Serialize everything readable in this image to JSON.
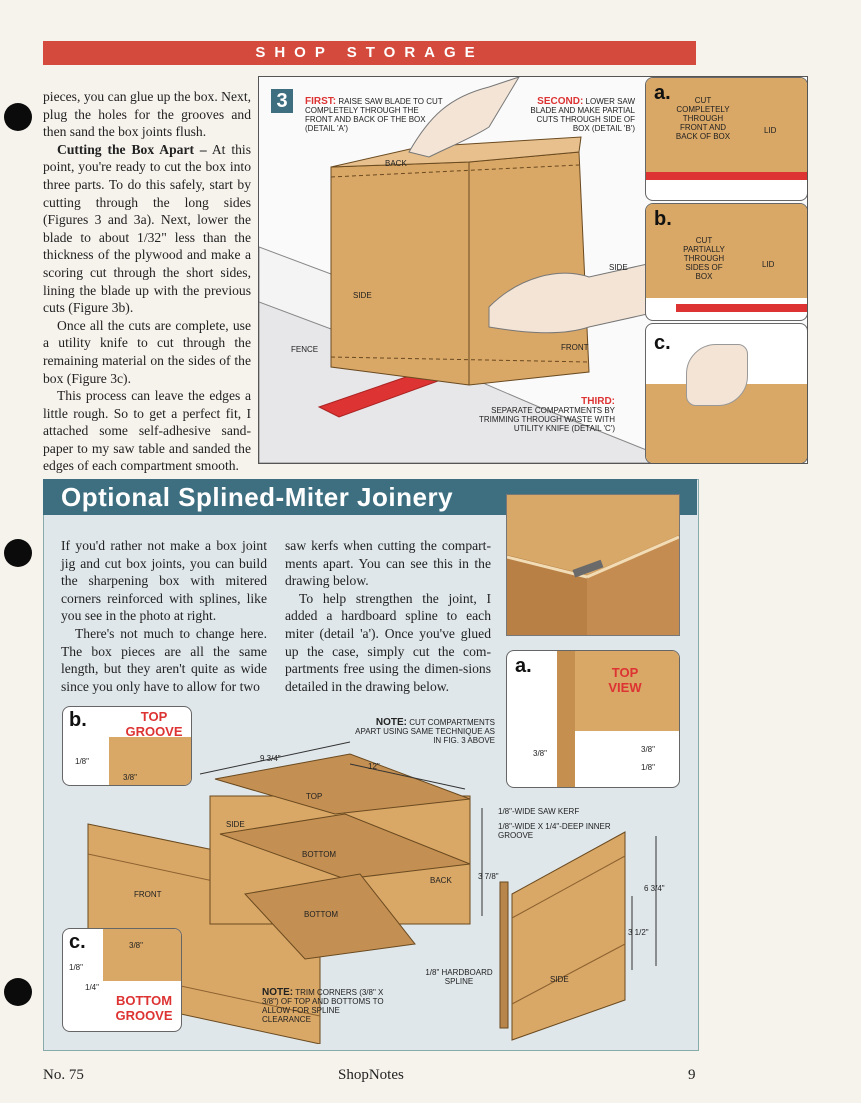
{
  "header": {
    "section_banner": "SHOP STORAGE"
  },
  "left_column": {
    "p1": "pieces, you can glue up the box. Next, plug the holes for the grooves and then sand the box joints flush.",
    "p2_heading": "Cutting the Box Apart –",
    "p2": "At this point, you're ready to cut the box into three parts. To do this safely, start by cutting through the long sides (Figures 3 and 3a). Next, lower the blade to about 1/32\" less than the thickness of the plywood and make a scoring cut through the short sides, lining the blade up with the previous cuts (Figure 3b).",
    "p3": "Once all the cuts are complete, use a utility knife to cut through the remaining material on the sides of the box (Figure 3c).",
    "p4": "This process can leave the edges a little rough. So to get a perfect fit, I attached some self-adhesive sand-paper to my saw table and sanded the edges of each compartment smooth."
  },
  "figure3": {
    "number": "3",
    "first_label": "FIRST:",
    "first_text": "RAISE SAW BLADE TO CUT COMPLETELY THROUGH THE FRONT AND BACK OF THE BOX (DETAIL 'a')",
    "second_label": "SECOND:",
    "second_text": "LOWER SAW BLADE AND MAKE PARTIAL CUTS THROUGH SIDE OF BOX (DETAIL 'b')",
    "third_label": "THIRD:",
    "third_text": "SEPARATE COMPARTMENTS BY TRIMMING THROUGH WASTE WITH UTILITY KNIFE (DETAIL 'c')",
    "labels": {
      "back": "BACK",
      "side_left": "SIDE",
      "side_right": "SIDE",
      "fence": "FENCE",
      "front": "FRONT"
    },
    "detail_a": {
      "letter": "a.",
      "text": "CUT COMPLETELY THROUGH FRONT AND BACK OF BOX",
      "lid": "LID"
    },
    "detail_b": {
      "letter": "b.",
      "text": "CUT PARTIALLY THROUGH SIDES OF BOX",
      "lid": "LID"
    },
    "detail_c": {
      "letter": "c."
    }
  },
  "sidebar": {
    "title": "Optional Splined-Miter Joinery",
    "col1": "If you'd rather not make a box joint jig and cut box joints, you can build the sharpening box with mitered corners reinforced with splines, like you see in the photo at right.",
    "col1_p2": "There's not much to change here. The box pieces are all the same length, but they aren't quite as wide since you only have to allow for two",
    "col2": "saw kerfs when cutting the compart-ments apart. You can see this in the drawing below.",
    "col2_p2": "To help strengthen the joint, I added a hardboard spline to each miter (detail 'a'). Once you've glued up the case, simply cut the com-partments free using the dimen-sions detailed in the drawing below.",
    "detail_a": {
      "letter": "a.",
      "view": "TOP VIEW",
      "dim1": "3/8\"",
      "dim2": "3/8\"",
      "dim3": "1/8\""
    },
    "detail_b": {
      "letter": "b.",
      "title": "TOP GROOVE",
      "dim1": "1/8\"",
      "dim2": "3/8\""
    },
    "detail_c": {
      "letter": "c.",
      "title": "BOTTOM GROOVE",
      "dim1": "3/8\"",
      "dim2": "1/8\"",
      "dim3": "1/4\""
    },
    "note_top_label": "NOTE:",
    "note_top": "CUT COMPARTMENTS APART USING SAME TECHNIQUE AS IN FIG. 3 ABOVE",
    "note_bottom_label": "NOTE:",
    "note_bottom": "TRIM CORNERS (3/8\" x 3/8\") OF TOP AND BOTTOMS TO ALLOW FOR SPLINE CLEARANCE",
    "labels": {
      "top": "TOP",
      "bottom1": "BOTTOM",
      "bottom2": "BOTTOM",
      "side_left": "SIDE",
      "front": "FRONT",
      "back": "BACK",
      "side_right": "SIDE",
      "saw_kerf": "1/8\"-WIDE SAW KERF",
      "inner_groove": "1/8\"-WIDE x 1/4\"-DEEP INNER GROOVE",
      "spline": "1/8\" HARDBOARD SPLINE",
      "dim_width": "9 3/4\"",
      "dim_length": "12\"",
      "dim_back": "3 7/8\"",
      "dim_h1": "6 3/4\"",
      "dim_h2": "3 1/2\""
    }
  },
  "footer": {
    "issue": "No. 75",
    "magazine": "ShopNotes",
    "page": "9"
  }
}
